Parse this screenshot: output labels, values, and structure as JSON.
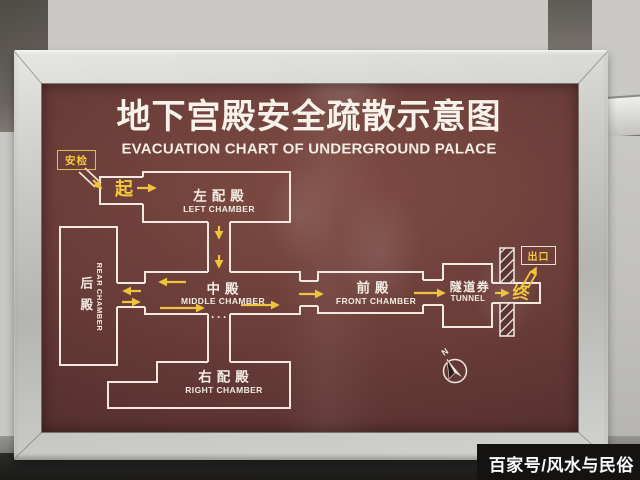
{
  "sign": {
    "title": "地下宫殿安全疏散示意图",
    "subtitle": "EVACUATION CHART OF UNDERGROUND PALACE",
    "diagram": {
      "security_check": "安检",
      "start": "起",
      "end": "终",
      "exit": "出口",
      "ellipsis": "···",
      "compass_north": "N",
      "chambers": {
        "left": {
          "zh": "左配殿",
          "en": "LEFT CHAMBER"
        },
        "rear": {
          "zh": "后殿",
          "en": "REAR CHAMBER"
        },
        "middle": {
          "zh": "中殿",
          "en": "MIDDLE CHAMBER"
        },
        "front": {
          "zh": "前殿",
          "en": "FRONT CHAMBER"
        },
        "tunnel": {
          "zh": "隧道券",
          "en": "TUNNEL"
        },
        "right": {
          "zh": "右配殿",
          "en": "RIGHT CHAMBER"
        }
      }
    },
    "colors": {
      "board": "#6a3c38",
      "plan_line": "#f2e9e0",
      "arrow": "#eec43e"
    }
  },
  "photo": {
    "watermark": "百家号/风水与民俗"
  }
}
